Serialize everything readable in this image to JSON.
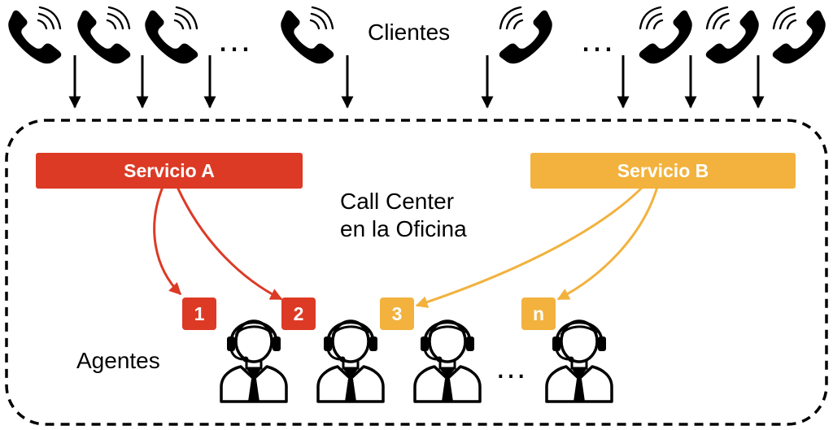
{
  "clients_label": "Clientes",
  "call_center_label": [
    "Call Center",
    "en la Oficina"
  ],
  "agents_label": "Agentes",
  "ellipsis": "…",
  "services": [
    {
      "id": "a",
      "label": "Servicio A",
      "color": "#dc3a25"
    },
    {
      "id": "b",
      "label": "Servicio B",
      "color": "#f2b23d"
    }
  ],
  "agents": [
    {
      "badge": "1",
      "service": "a"
    },
    {
      "badge": "2",
      "service": "a"
    },
    {
      "badge": "3",
      "service": "b"
    },
    {
      "badge": "n",
      "service": "b"
    }
  ],
  "icons": {
    "client": "phone-ringing-icon",
    "agent": "headset-agent-icon"
  }
}
